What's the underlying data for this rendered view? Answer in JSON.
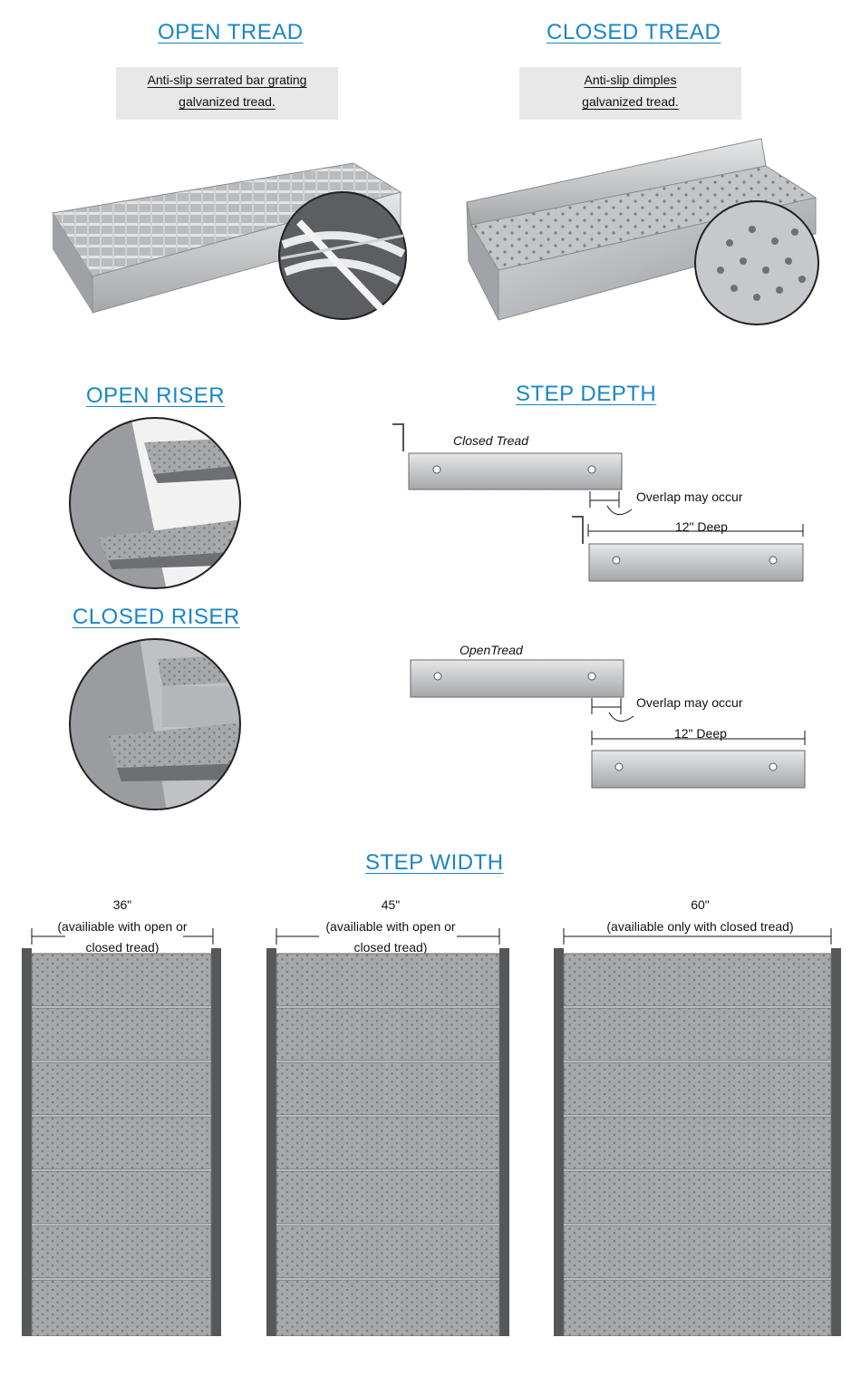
{
  "open_tread": {
    "title": "OPEN TREAD",
    "desc_line1": "Anti-slip serrated bar grating",
    "desc_line2": "galvanized tread."
  },
  "closed_tread": {
    "title": "CLOSED TREAD",
    "desc_line1": "Anti-slip dimples",
    "desc_line2": "galvanized tread."
  },
  "open_riser": {
    "title": "OPEN RISER"
  },
  "closed_riser": {
    "title": "CLOSED RISER"
  },
  "step_depth": {
    "title": "STEP DEPTH",
    "closed_label": "Closed Tread",
    "open_label": "OpenTread",
    "overlap_label": "Overlap may occur",
    "deep_label": "12\" Deep"
  },
  "step_width": {
    "title": "STEP WIDTH",
    "w36_size": "36\"",
    "w36_line1": "(availiable with open or",
    "w36_line2": "closed tread)",
    "w45_size": "45\"",
    "w45_line1": "(availiable with open or",
    "w45_line2": "closed tread)",
    "w60_size": "60\"",
    "w60_line1": "(availiable only with closed tread)"
  },
  "colors": {
    "accent": "#1a86c6",
    "desc_bg": "#e8e8e8",
    "step_fill": "#a9aaac",
    "stringer": "#555759"
  }
}
